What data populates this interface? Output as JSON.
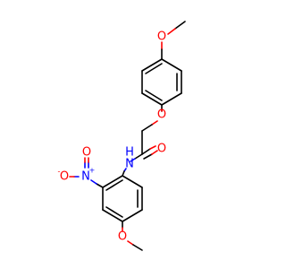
{
  "molecule": {
    "atoms": {
      "o_top": {
        "label": "O",
        "color": "#ff0000"
      },
      "o_ether": {
        "label": "O",
        "color": "#ff0000"
      },
      "o_carbonyl": {
        "label": "O",
        "color": "#ff0000"
      },
      "n_amide": {
        "label": "N",
        "color": "#0000ff"
      },
      "h_amide": {
        "label": "H",
        "color": "#0000ff"
      },
      "n_nitro": {
        "label": "N",
        "color": "#0000ff"
      },
      "n_nitro_charge": {
        "label": "+",
        "color": "#0000ff"
      },
      "o_nitro_top": {
        "label": "O",
        "color": "#ff0000"
      },
      "o_nitro_left": {
        "label": "O",
        "color": "#ff0000"
      },
      "o_nitro_left_charge": {
        "label": "-",
        "color": "#ff0000"
      },
      "o_bottom": {
        "label": "O",
        "color": "#ff0000"
      }
    },
    "colors": {
      "carbon_bond": "#000000",
      "oxygen": "#ff0000",
      "nitrogen": "#0000ff",
      "background": "#ffffff"
    }
  }
}
